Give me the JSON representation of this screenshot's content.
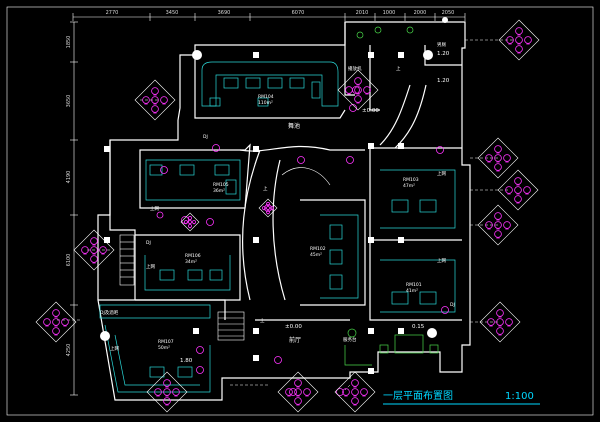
{
  "drawing": {
    "title": "一层平面布置图",
    "scale": "1:100",
    "colors": {
      "background": "#000000",
      "wall": "#ffffff",
      "furniture": "#2ad8d8",
      "fixture": "#49d84a",
      "symbol": "#ff34ff",
      "title": "#00d8ff"
    }
  },
  "dimensions": {
    "top": [
      "2770",
      "3450",
      "3690",
      "6070",
      "2010",
      "1000",
      "2000",
      "2050"
    ],
    "left": [
      "1850",
      "3650",
      "4190",
      "6100",
      "4250"
    ]
  },
  "rooms": {
    "rm104": {
      "name": "RM104",
      "area": "110m²"
    },
    "rm105": {
      "name": "RM105",
      "area": "36m²"
    },
    "rm103": {
      "name": "RM103",
      "area": "47m²"
    },
    "rm106": {
      "name": "RM106",
      "area": "34m²"
    },
    "rm102": {
      "name": "RM102",
      "area": "45m²"
    },
    "rm101": {
      "name": "RM101",
      "area": "41m²"
    },
    "rm107": {
      "name": "RM107",
      "area": "50m²"
    }
  },
  "labels": {
    "dance_floor": "舞池",
    "lobby": "前厅",
    "bar": "DJ及酒吧",
    "wc": "男厕",
    "dj_1": "DJ",
    "dj_2": "DJ",
    "dj_3": "DJ",
    "up_1": "上",
    "up_2": "上",
    "up_3": "上",
    "up_ramp_1": "上网",
    "up_ramp_2": "上网",
    "up_ramp_3": "上网",
    "up_ramp_4": "上网",
    "up_ramp_5": "上网",
    "elev_pm0_1": "±0.00",
    "elev_pm0_2": "±0.00",
    "elev_120a": "1.20",
    "elev_120b": "1.20",
    "elev_015": "0.15",
    "elev_180": "1.80",
    "reception": "服务台",
    "booth": "播放机"
  }
}
